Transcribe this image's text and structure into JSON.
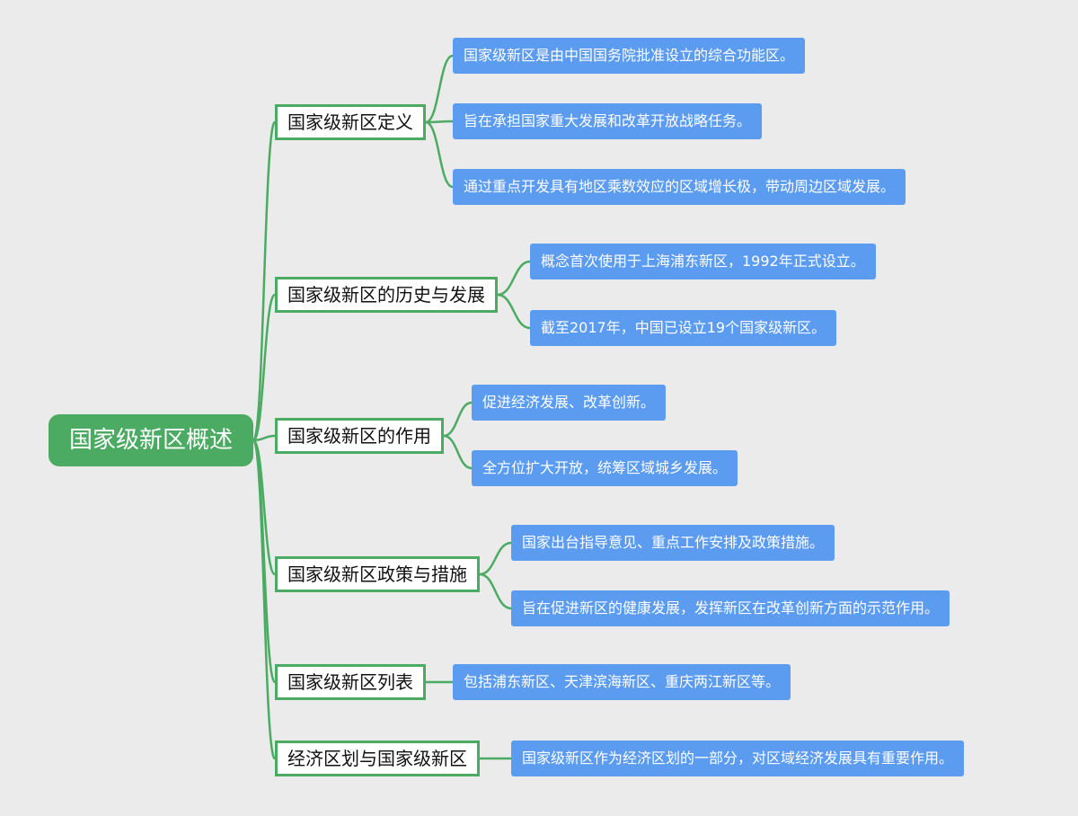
{
  "root": {
    "label": "国家级新区概述"
  },
  "branches": [
    {
      "label": "国家级新区定义",
      "leaves": [
        "国家级新区是由中国国务院批准设立的综合功能区。",
        "旨在承担国家重大发展和改革开放战略任务。",
        "通过重点开发具有地区乘数效应的区域增长极，带动周边区域发展。"
      ]
    },
    {
      "label": "国家级新区的历史与发展",
      "leaves": [
        "概念首次使用于上海浦东新区，1992年正式设立。",
        "截至2017年，中国已设立19个国家级新区。"
      ]
    },
    {
      "label": "国家级新区的作用",
      "leaves": [
        "促进经济发展、改革创新。",
        "全方位扩大开放，统筹区域城乡发展。"
      ]
    },
    {
      "label": "国家级新区政策与措施",
      "leaves": [
        "国家出台指导意见、重点工作安排及政策措施。",
        "旨在促进新区的健康发展，发挥新区在改革创新方面的示范作用。"
      ]
    },
    {
      "label": "国家级新区列表",
      "leaves": [
        "包括浦东新区、天津滨海新区、重庆两江新区等。"
      ]
    },
    {
      "label": "经济区划与国家级新区",
      "leaves": [
        "国家级新区作为经济区划的一部分，对区域经济发展具有重要作用。"
      ]
    }
  ],
  "colors": {
    "background": "#ebebeb",
    "root_fill": "#4bab63",
    "connector": "#4bab63",
    "branch_border": "#4bab63",
    "branch_fill": "#ffffff",
    "leaf_fill": "#5b9bf0"
  }
}
